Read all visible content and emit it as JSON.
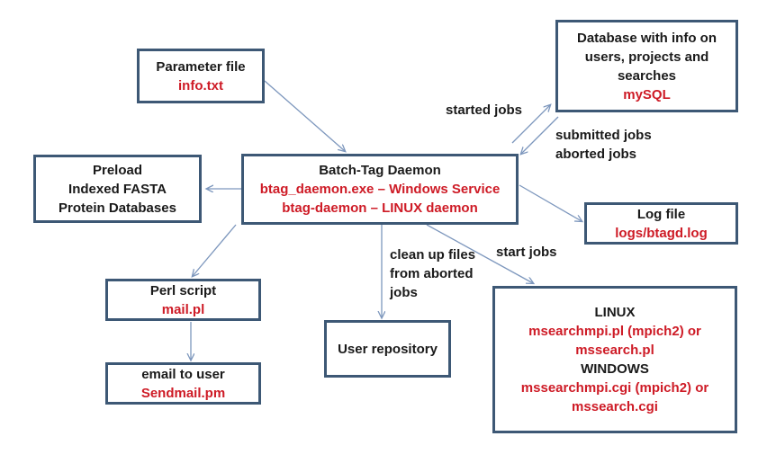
{
  "colors": {
    "box_border": "#3d5875",
    "arrow": "#7d97bd",
    "text_black": "#1a1a1a",
    "text_red": "#ce1b26",
    "background": "#ffffff"
  },
  "nodes": {
    "parameter_file": {
      "line1": "Parameter file",
      "line2": "info.txt"
    },
    "database": {
      "line1": "Database with info on",
      "line2": "users, projects and",
      "line3": "searches",
      "line4": "mySQL"
    },
    "daemon": {
      "line1": "Batch-Tag Daemon",
      "line2": "btag_daemon.exe – Windows Service",
      "line3": "btag-daemon – LINUX daemon"
    },
    "preload": {
      "line1": "Preload",
      "line2": "Indexed FASTA",
      "line3": "Protein Databases"
    },
    "log_file": {
      "line1": "Log file",
      "line2": "logs/btagd.log"
    },
    "perl_script": {
      "line1": "Perl script",
      "line2": "mail.pl"
    },
    "email_to_user": {
      "line1": "email to user",
      "line2": "Sendmail.pm"
    },
    "user_repository": {
      "line1": "User repository"
    },
    "search_programs": {
      "line1": "LINUX",
      "line2": "msearchmpi.pl (mpich2) or",
      "line3": "mssearch.pl",
      "line4": "WINDOWS",
      "line5": "mssearchmpi.cgi (mpich2) or",
      "line6": "mssearch.cgi"
    }
  },
  "edge_labels": {
    "started_jobs": "started jobs",
    "submitted_jobs": "submitted jobs",
    "aborted_jobs": "aborted jobs",
    "clean_up_line1": "clean up files",
    "clean_up_line2": "from aborted",
    "clean_up_line3": "jobs",
    "start_jobs": "start jobs"
  }
}
